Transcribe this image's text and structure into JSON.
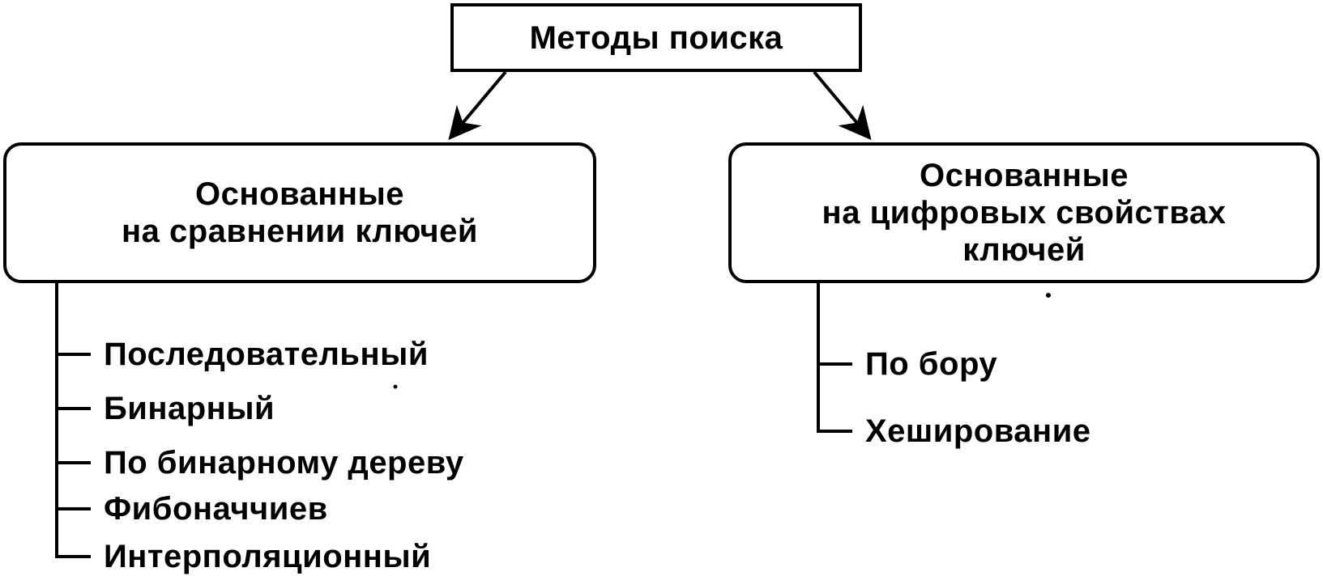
{
  "root": {
    "label": "Методы поиска"
  },
  "branches": [
    {
      "lines": [
        "Основанные",
        "на сравнении ключей"
      ],
      "methods": [
        "Последовательный",
        "Бинарный",
        "По бинарному дереву",
        "Фибоначчиев",
        "Интерполяционный"
      ]
    },
    {
      "lines": [
        "Основанные",
        "на цифровых свойствах",
        "ключей"
      ],
      "methods": [
        "По бору",
        "Хеширование"
      ]
    }
  ]
}
